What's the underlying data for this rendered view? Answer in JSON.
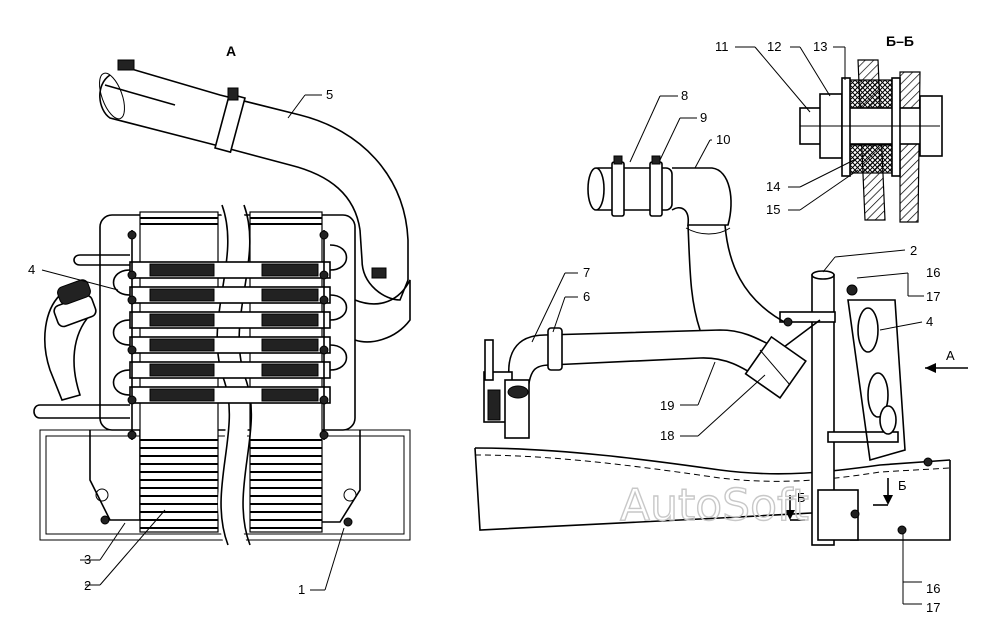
{
  "view_a": {
    "title": "A",
    "callouts": [
      "1",
      "2",
      "3",
      "4",
      "5"
    ]
  },
  "side_view": {
    "callouts": [
      "6",
      "7",
      "8",
      "9",
      "10",
      "18",
      "19",
      "2",
      "4",
      "16",
      "17",
      "16",
      "17"
    ],
    "arrow_a": "A",
    "section_marks": [
      "Б",
      "Б"
    ]
  },
  "section_bb": {
    "title": "Б–Б",
    "callouts": [
      "11",
      "12",
      "13",
      "14",
      "15"
    ]
  },
  "watermark": "AutoSoft"
}
